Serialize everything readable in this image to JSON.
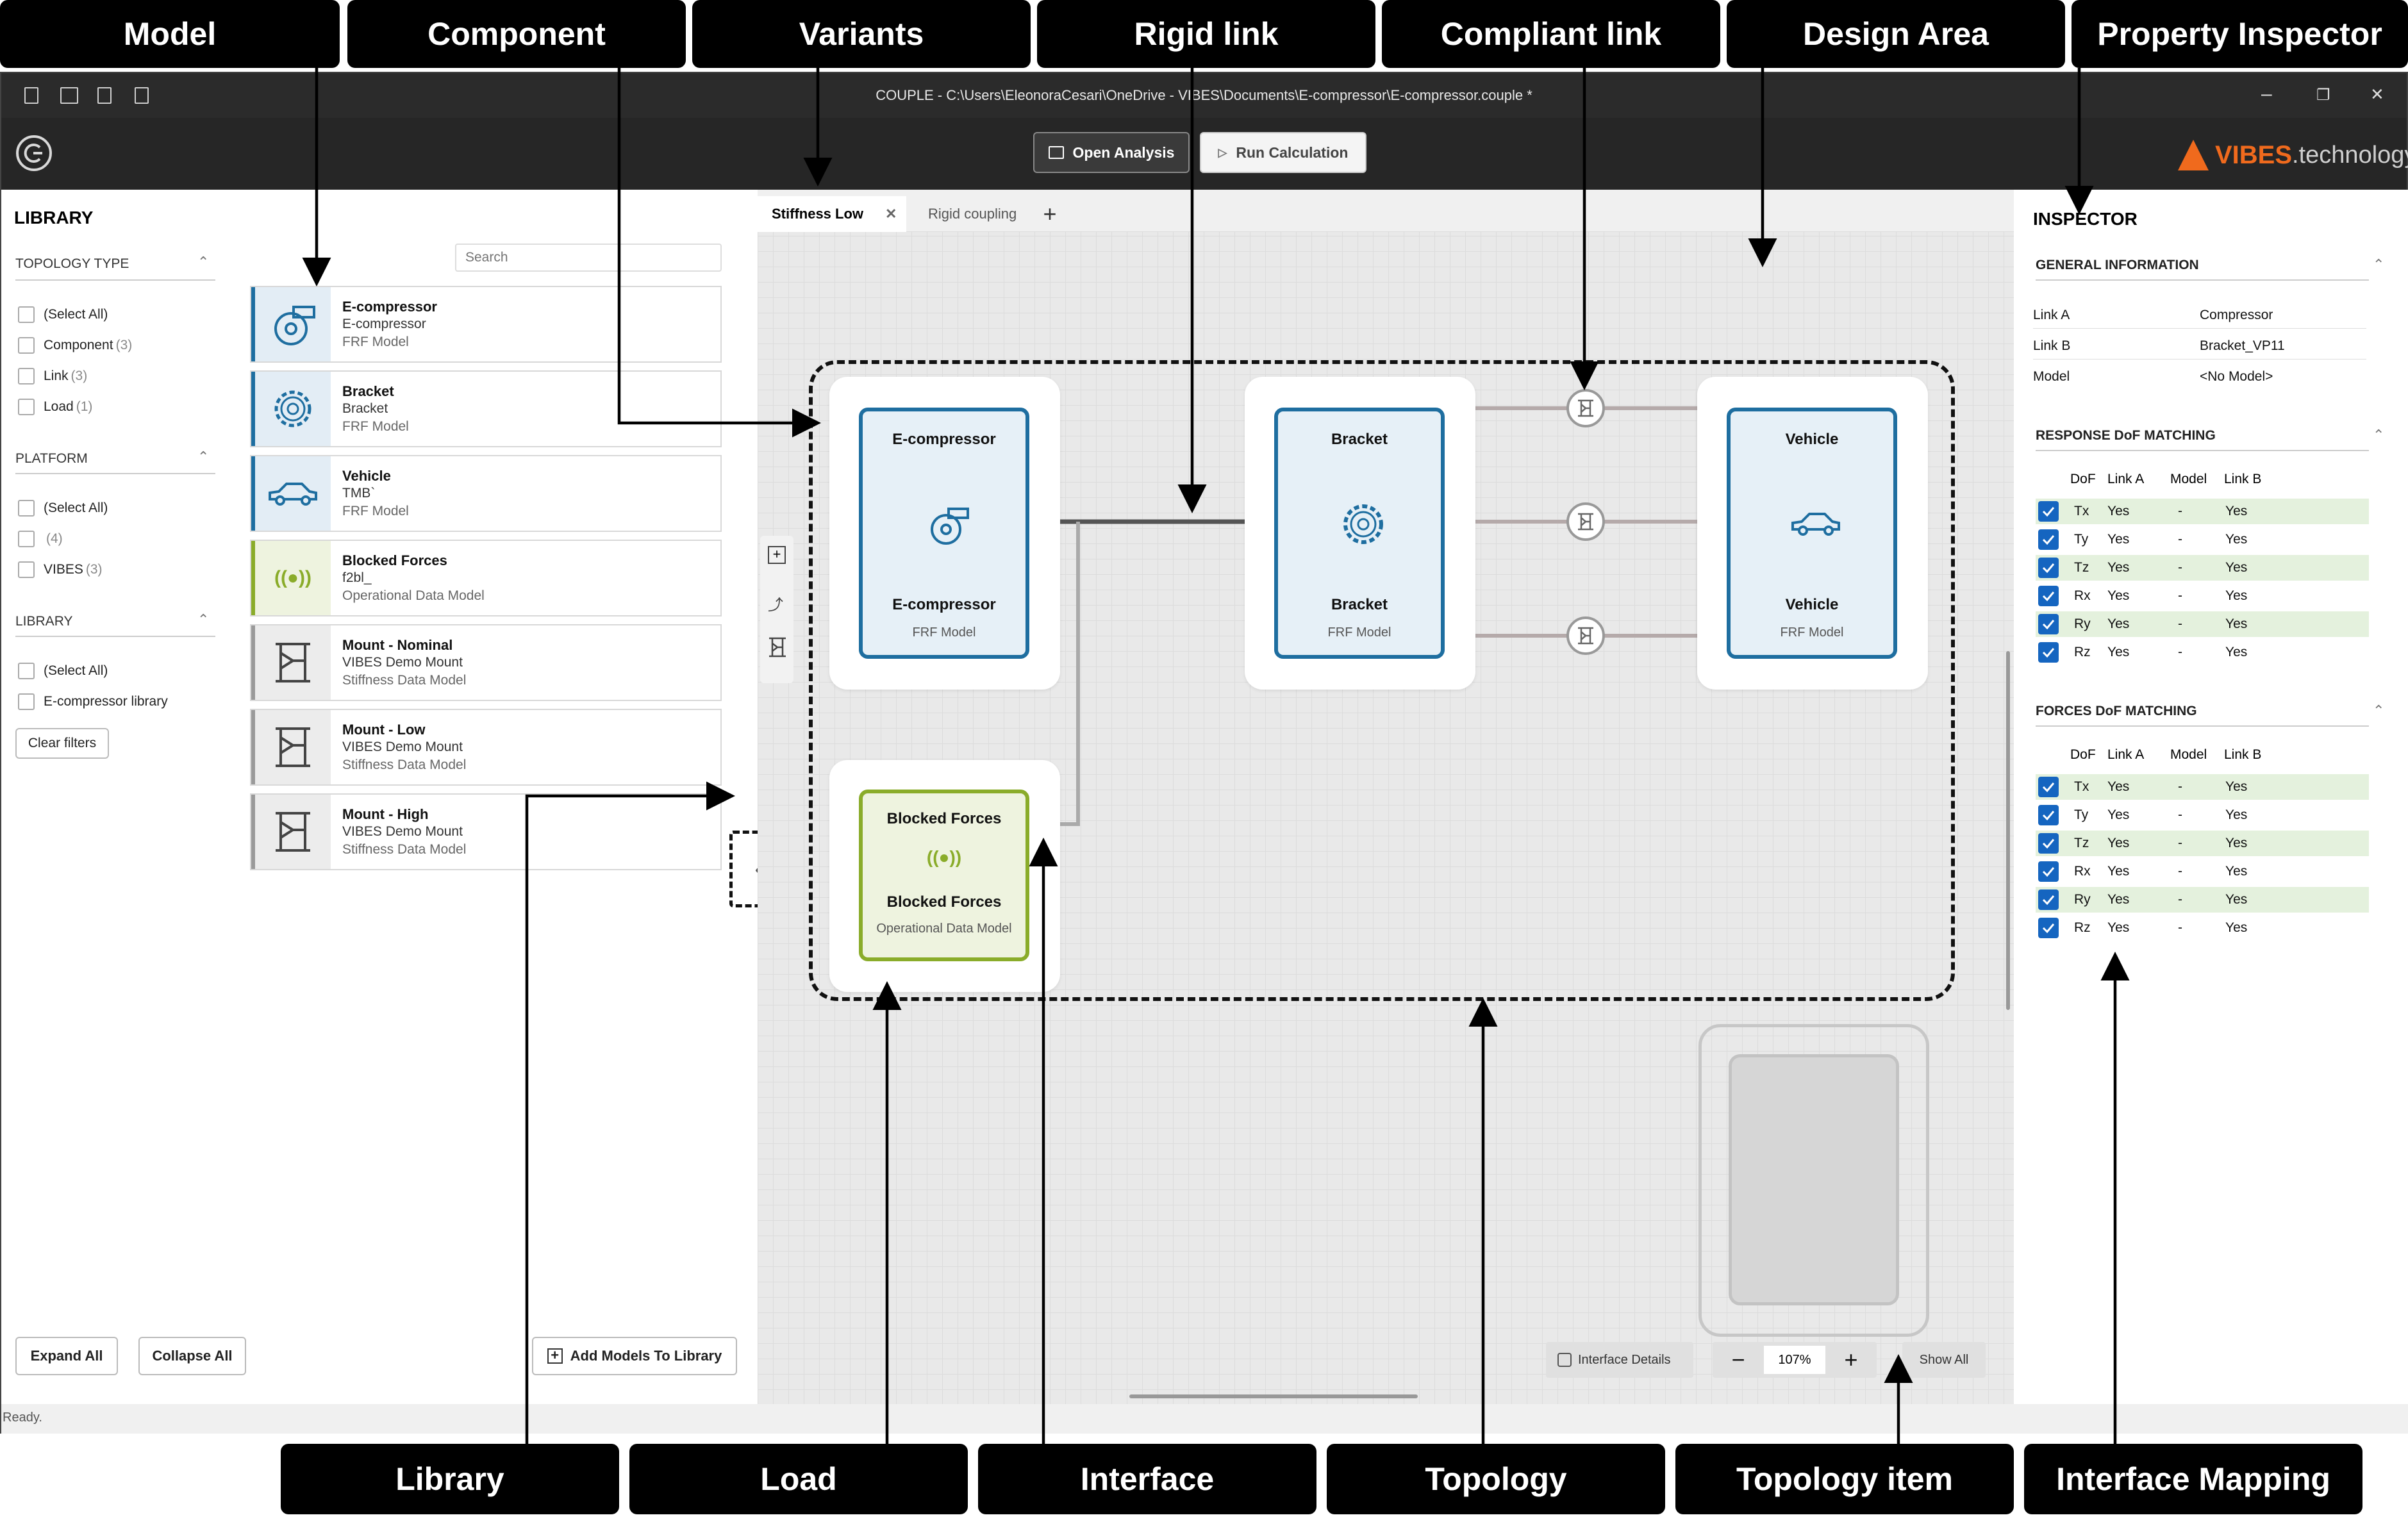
{
  "callouts_top": [
    "Model",
    "Component",
    "Variants",
    "Rigid link",
    "Compliant link",
    "Design Area",
    "Property Inspector"
  ],
  "callouts_bottom": [
    "Library",
    "Load",
    "Interface",
    "Topology",
    "Topology item",
    "Interface Mapping"
  ],
  "app": {
    "title": "COUPLE  - C:\\Users\\EleonoraCesari\\OneDrive - VIBES\\Documents\\E-compressor\\E-compressor.couple *",
    "open_analysis": "Open Analysis",
    "run_calculation": "Run Calculation",
    "brand": "VIBES",
    "brand_suffix": ".technology",
    "status": "Ready."
  },
  "library": {
    "title": "LIBRARY",
    "search_placeholder": "Search",
    "sections": [
      {
        "title": "TOPOLOGY TYPE",
        "items": [
          {
            "label": "(Select All)",
            "count": ""
          },
          {
            "label": "Component",
            "count": "(3)"
          },
          {
            "label": "Link",
            "count": "(3)"
          },
          {
            "label": "Load",
            "count": "(1)"
          }
        ]
      },
      {
        "title": "PLATFORM",
        "items": [
          {
            "label": "(Select All)",
            "count": ""
          },
          {
            "label": "",
            "count": "(4)"
          },
          {
            "label": "VIBES",
            "count": "(3)"
          }
        ]
      },
      {
        "title": "LIBRARY",
        "items": [
          {
            "label": "(Select All)",
            "count": ""
          },
          {
            "label": "E-compressor library",
            "count": ""
          }
        ]
      }
    ],
    "clear_filters": "Clear filters",
    "models": [
      {
        "name": "E-compressor",
        "sub": "E-compressor",
        "type": "FRF Model",
        "icon": "turbo-icon"
      },
      {
        "name": "Bracket",
        "sub": "Bracket",
        "type": "FRF Model",
        "icon": "gear-icon"
      },
      {
        "name": "Vehicle",
        "sub": "TMB`",
        "type": "FRF Model",
        "icon": "car-icon"
      },
      {
        "name": "Blocked Forces",
        "sub": "f2bl_",
        "type": "Operational Data Model",
        "icon": "vibration-icon"
      },
      {
        "name": "Mount - Nominal",
        "sub": "VIBES Demo Mount",
        "type": "Stiffness Data Model",
        "icon": "mount-icon"
      },
      {
        "name": "Mount - Low",
        "sub": "VIBES Demo Mount",
        "type": "Stiffness Data Model",
        "icon": "mount-icon"
      },
      {
        "name": "Mount - High",
        "sub": "VIBES Demo Mount",
        "type": "Stiffness Data Model",
        "icon": "mount-icon"
      }
    ],
    "expand_all": "Expand All",
    "collapse_all": "Collapse All",
    "add_models": "Add Models To Library"
  },
  "design": {
    "tabs": [
      "Stiffness Low",
      "Rigid coupling"
    ],
    "nodes": {
      "ecompressor": {
        "title": "E-compressor",
        "name": "E-compressor",
        "type": "FRF Model"
      },
      "bracket": {
        "title": "Bracket",
        "name": "Bracket",
        "type": "FRF Model"
      },
      "vehicle": {
        "title": "Vehicle",
        "name": "Vehicle",
        "type": "FRF Model"
      },
      "blocked": {
        "title": "Blocked Forces",
        "name": "Blocked Forces",
        "type": "Operational Data Model"
      }
    },
    "interface_details": "Interface Details",
    "zoom": "107%",
    "show_all": "Show All"
  },
  "inspector": {
    "title": "INSPECTOR",
    "general": "GENERAL INFORMATION",
    "fields": [
      {
        "k": "Link A",
        "v": "Compressor"
      },
      {
        "k": "Link B",
        "v": "Bracket_VP11"
      },
      {
        "k": "Model",
        "v": "<No Model>"
      }
    ],
    "response_title": "RESPONSE DoF MATCHING",
    "forces_title": "FORCES DoF MATCHING",
    "cols": [
      "DoF",
      "Link A",
      "Model",
      "Link B"
    ],
    "rows": [
      {
        "dof": "Tx",
        "a": "Yes",
        "m": "-",
        "b": "Yes"
      },
      {
        "dof": "Ty",
        "a": "Yes",
        "m": "-",
        "b": "Yes"
      },
      {
        "dof": "Tz",
        "a": "Yes",
        "m": "-",
        "b": "Yes"
      },
      {
        "dof": "Rx",
        "a": "Yes",
        "m": "-",
        "b": "Yes"
      },
      {
        "dof": "Ry",
        "a": "Yes",
        "m": "-",
        "b": "Yes"
      },
      {
        "dof": "Rz",
        "a": "Yes",
        "m": "-",
        "b": "Yes"
      }
    ]
  }
}
